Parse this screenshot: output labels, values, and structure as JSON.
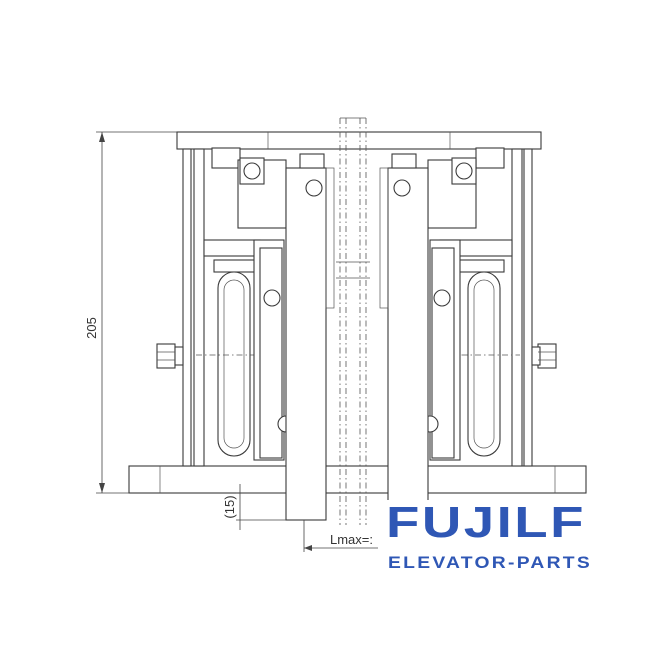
{
  "dimensions": {
    "height_label": "205",
    "offset_label": "(15)",
    "lmax_label": "Lmax=:"
  },
  "logo": {
    "brand": "FUJILF",
    "subtitle": "ELEVATOR-PARTS",
    "color": "#2f57b5"
  },
  "colors": {
    "line": "#3a3a3a",
    "background": "#ffffff"
  }
}
